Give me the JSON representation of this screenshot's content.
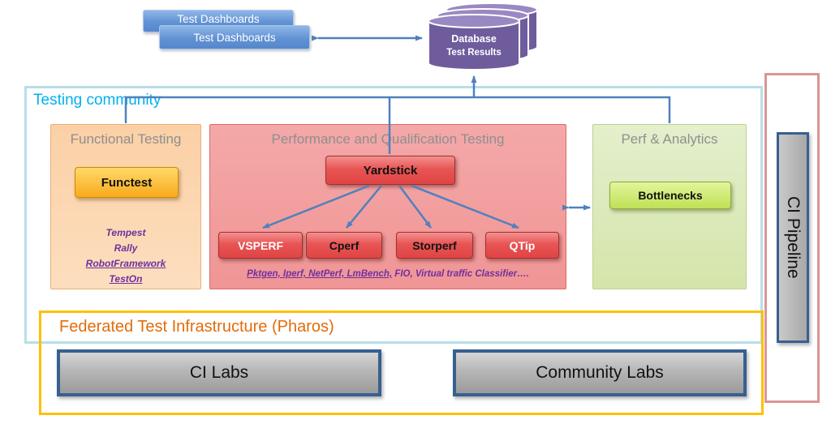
{
  "colors": {
    "arrow_blue": "#4f81bd",
    "community_border": "#b7dee8",
    "community_label": "#00b0f0",
    "functional_fill": "#fcd5b4",
    "performance_fill": "#f2a0a0",
    "analytics_fill": "#d9e7b4",
    "database_purple": "#6f5c9d",
    "federated_border": "#ffc000",
    "federated_label": "#e36c0a",
    "pipeline_frame_border": "#d99694",
    "labs_border": "#376091"
  },
  "dashboards": {
    "front_label": "Test Dashboards",
    "back_label": "Test Dashboards"
  },
  "database": {
    "title": "Database",
    "subtitle": "Test Results"
  },
  "community": {
    "label": "Testing community"
  },
  "functional": {
    "title": "Functional Testing",
    "button": "Functest",
    "tools": [
      "Tempest",
      "Rally",
      "RobotFramework",
      "TestOn"
    ]
  },
  "performance": {
    "title": "Performance and Qualification Testing",
    "main_button": "Yardstick",
    "buttons": [
      "VSPERF",
      "Cperf",
      "Storperf",
      "QTip"
    ],
    "tools_underlined": "Pktgen, Iperf, NetPerf, LmBench,",
    "tools_rest": " FIO, Virtual traffic Classifier…."
  },
  "analytics": {
    "title": "Perf & Analytics",
    "button": "Bottlenecks"
  },
  "pipeline": {
    "label": "CI Pipeline"
  },
  "federated": {
    "label": "Federated Test Infrastructure (Pharos)",
    "ci_labs": "CI Labs",
    "community_labs": "Community Labs"
  }
}
